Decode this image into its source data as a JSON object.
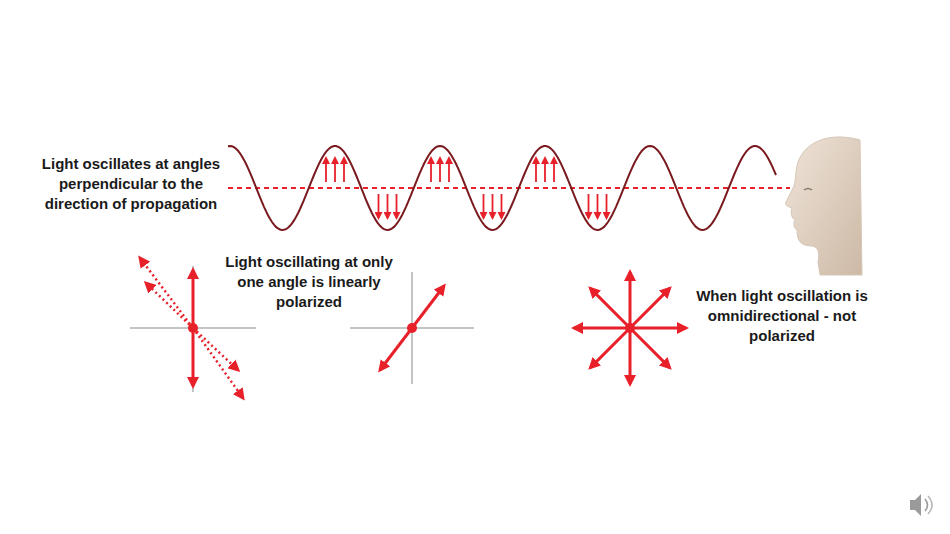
{
  "diagram": {
    "labels": [
      "Light oscillates at angles perpendicular to the direction of propagation",
      "Light oscillating at only one angle is linearly polarized",
      "When light oscillation is omnidirectional - not polarized"
    ]
  }
}
